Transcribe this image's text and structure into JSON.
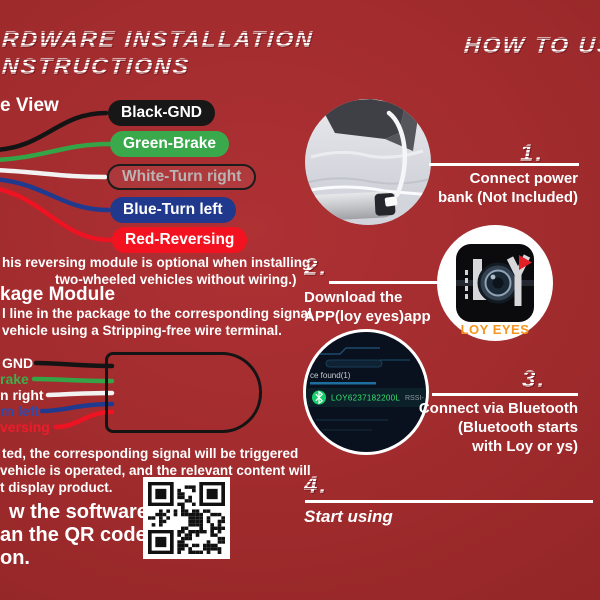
{
  "page": {
    "background": "#9e2a2c"
  },
  "titles": {
    "left_line1": "RDWARE INSTALLATION",
    "left_line2": "NSTRUCTIONS",
    "right": "HOW TO USE"
  },
  "wiring": {
    "side_view_label": "e View",
    "pills": [
      {
        "label": "Black-GND",
        "bg": "#171717",
        "text_color": "#ffffff"
      },
      {
        "label": "Green-Brake",
        "bg": "#3aa94c",
        "text_color": "#ffffff"
      },
      {
        "label": "White-Turn right",
        "bg": "transparent",
        "text_color": "#b9b3b3"
      },
      {
        "label": "Blue-Turn left",
        "bg": "#21398c",
        "text_color": "#ffffff"
      },
      {
        "label": "Red-Reversing",
        "bg": "#f3121f",
        "text_color": "#ffffff"
      }
    ],
    "note_line1": "his reversing module is optional when installing",
    "note_line2": "two-wheeled vehicles without wiring.)"
  },
  "package": {
    "heading": "kage Module",
    "body_line1": "l line in the package to the corresponding signal",
    "body_line2": "vehicle using a Stripping-free wire terminal.",
    "labels": [
      {
        "text": "GND",
        "color": "#ffffff"
      },
      {
        "text": "rake",
        "color": "#3fae4d"
      },
      {
        "text": "n right",
        "color": "#ffffff"
      },
      {
        "text": "rn left",
        "color": "#2b4ab0"
      },
      {
        "text": "versing",
        "color": "#ee1c2a"
      }
    ]
  },
  "trigger_note": {
    "line1": "ted, the corresponding signal will be triggered",
    "line2": "vehicle is operated, and the relevant content will",
    "line3": "t display product."
  },
  "qr_note": {
    "line1": "w the software",
    "line2": "an the QR code",
    "line3": "on."
  },
  "steps": [
    {
      "num": "1.",
      "lines": [
        "Connect power",
        "bank (Not Included)"
      ]
    },
    {
      "num": "2.",
      "lines": [
        "Download the",
        "APP(loy eyes)app"
      ]
    },
    {
      "num": "3.",
      "lines": [
        "Connect via Bluetooth",
        "(Bluetooth starts",
        "with Loy or ys)"
      ]
    },
    {
      "num": "4.",
      "lines": [
        "Start using"
      ]
    }
  ],
  "app_icon": {
    "logo": "LOY",
    "caption": "LOY EYES",
    "caption_color": "#f7941d"
  },
  "bluetooth": {
    "found_text": "ce found(1)",
    "device": "LOY6237182200L",
    "rssi": "RSSI-",
    "device_color": "#35e271",
    "icon_color": "#17cf6a"
  }
}
